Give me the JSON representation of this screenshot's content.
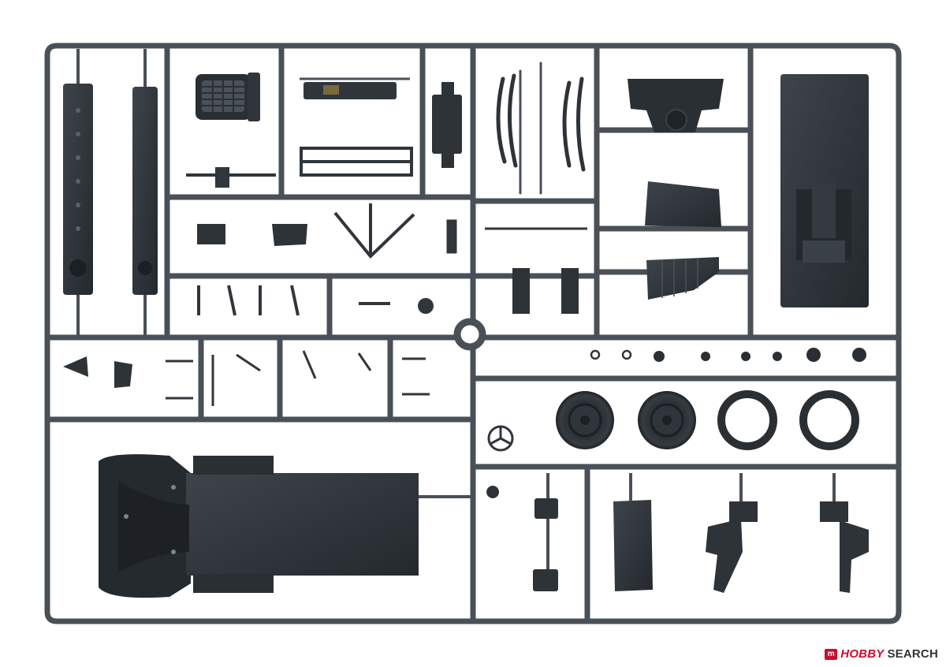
{
  "watermark": {
    "logo_letter": "m",
    "brand": "HOBBY",
    "search": "SEARCH",
    "brand_color": "#c8102e",
    "icon": "hobby-search-logo-icon"
  },
  "colors": {
    "plastic_dark": "#2c3137",
    "plastic_mid": "#3a4047",
    "runner": "#4a5057",
    "highlight": "#5a6168"
  }
}
